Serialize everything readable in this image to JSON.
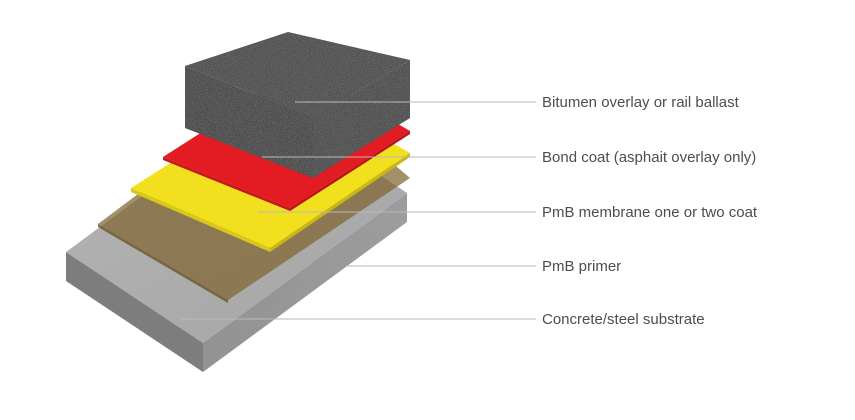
{
  "diagram": {
    "layers": [
      {
        "id": "bitumen",
        "label": "Bitumen overlay or rail ballast",
        "color": "#1a1a1a"
      },
      {
        "id": "bond",
        "label": "Bond coat (asphait overlay only)",
        "color": "#e31b23"
      },
      {
        "id": "membrane",
        "label": "PmB membrane one or two coat",
        "color": "#f2e01e"
      },
      {
        "id": "primer",
        "label": "PmB primer",
        "color": "#8a6a35"
      },
      {
        "id": "substrate",
        "label": "Concrete/steel substrate",
        "color": "#a9a9a9"
      }
    ],
    "colors": {
      "leader_line": "#b9b9b9",
      "label_text": "#4d4d4d"
    }
  }
}
